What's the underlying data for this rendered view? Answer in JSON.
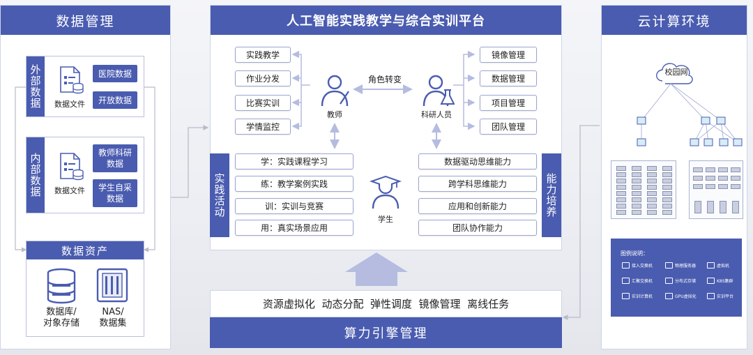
{
  "left": {
    "title": "数据管理",
    "external": {
      "label": "外部数据",
      "file_label": "数据文件",
      "items": [
        "医院数据",
        "开放数据"
      ]
    },
    "internal": {
      "label": "内部数据",
      "file_label": "数据文件",
      "items": [
        "教师科研\n数据",
        "学生自采\n数据"
      ]
    },
    "assets": {
      "title": "数据资产",
      "items": [
        "数据库/\n对象存储",
        "NAS/\n数据集"
      ]
    }
  },
  "center": {
    "title": "人工智能实践教学与综合实训平台",
    "teacher_functions": [
      "实践教学",
      "作业分发",
      "比赛实训",
      "学情监控"
    ],
    "researcher_functions": [
      "镜像管理",
      "数据管理",
      "项目管理",
      "团队管理"
    ],
    "role_switch": "角色转变",
    "teacher": "教师",
    "researcher": "科研人员",
    "student": "学生",
    "practice_label": "实践活动",
    "ability_label": "能力培养",
    "practice_items": [
      "学：实践课程学习",
      "练：教学案例实践",
      "训：实训与竞赛",
      "用：真实场景应用"
    ],
    "ability_items": [
      "数据驱动思维能力",
      "跨学科思维能力",
      "应用和创新能力",
      "团队协作能力"
    ]
  },
  "engine": {
    "features": "资源虚拟化  动态分配  弹性调度  镜像管理  离线任务",
    "title": "算力引擎管理"
  },
  "right": {
    "title": "云计算环境",
    "network": "校园网",
    "legend": {
      "title": "图例说明：",
      "items": [
        "接入交换机",
        "物理服务器",
        "虚拟机",
        "汇聚交换机",
        "分布式存储",
        "K8S集群",
        "实训计算机",
        "GPU虚拟化",
        "实训平台"
      ]
    }
  },
  "colors": {
    "primary": "#4a5cb0",
    "arrow": "#b5bce0",
    "border": "#9aa6d2"
  }
}
